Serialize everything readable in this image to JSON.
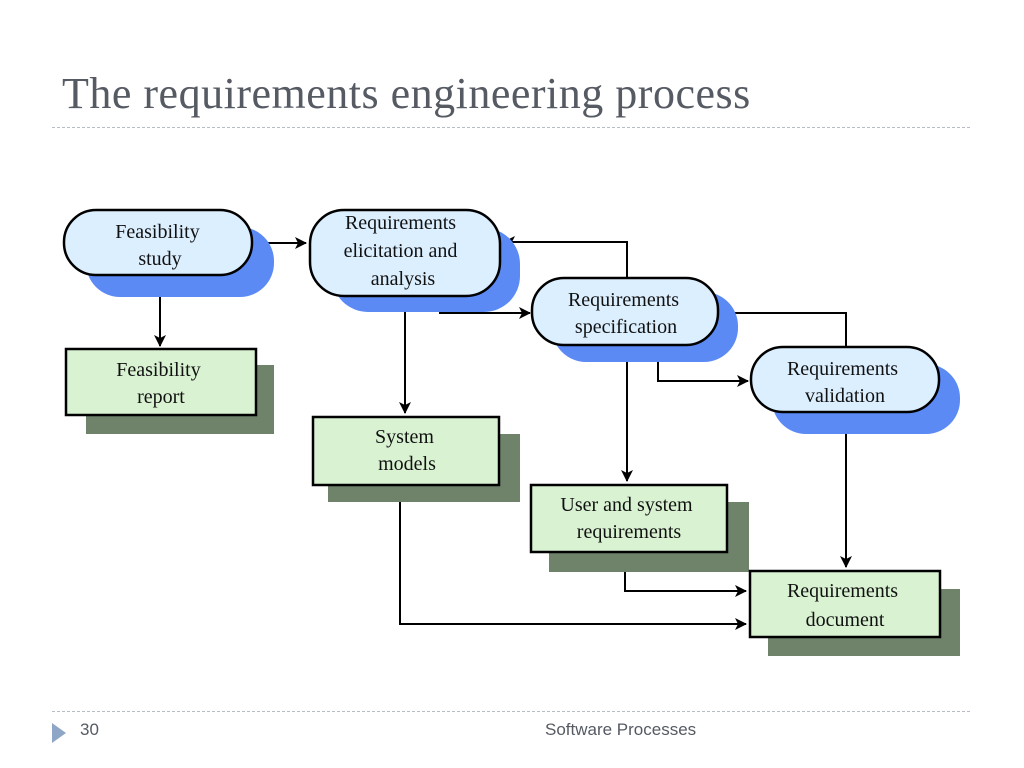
{
  "title": "The requirements engineering process",
  "footer": {
    "page_number": "30",
    "section": "Software Processes"
  },
  "colors": {
    "process_fill": "#dcefff",
    "process_shadow": "#5b8af5",
    "document_fill": "#d9f2d2",
    "document_shadow": "#6e836a"
  },
  "diagram": {
    "processes": {
      "feasibility_study": [
        "Feasibility",
        "study"
      ],
      "elicitation": [
        "Requirements",
        "elicitation and",
        "analysis"
      ],
      "specification": [
        "Requirements",
        "specification"
      ],
      "validation": [
        "Requirements",
        "validation"
      ]
    },
    "documents": {
      "feasibility_report": [
        "Feasibility",
        "report"
      ],
      "system_models": [
        "System",
        "models"
      ],
      "user_system_requirements": [
        "User and system",
        "requirements"
      ],
      "requirements_document": [
        "Requirements",
        "document"
      ]
    }
  }
}
